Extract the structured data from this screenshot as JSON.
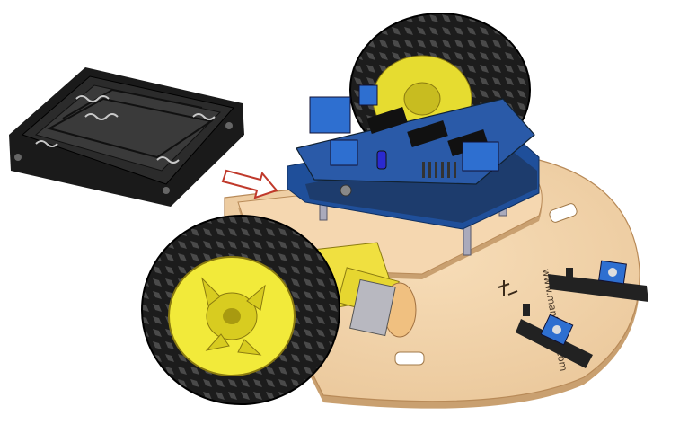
{
  "figure": {
    "components": [
      {
        "name": "battery-holder",
        "kind": "4xAA battery holder"
      },
      {
        "name": "motor-driver-shield",
        "kind": "motor driver shield on microcontroller board"
      },
      {
        "name": "chassis-plate",
        "kind": "wooden round chassis"
      },
      {
        "name": "wheel",
        "kind": "rubber tyre with yellow rim"
      },
      {
        "name": "gear-motor",
        "kind": "yellow gear motor"
      },
      {
        "name": "line-sensor",
        "kind": "IR line tracking sensor module"
      }
    ],
    "arrow": {
      "direction": "right",
      "color": "#c0392b"
    },
    "plate_engraving": "www.mantech....com",
    "colors": {
      "wood": "#f3d2a6",
      "wood_edge": "#c9a070",
      "shield": "#2a5aa8",
      "tyre": "#1a1a1a",
      "rim": "#f2ea3a",
      "motor": "#f0e040",
      "holder": "#2b2b2b",
      "sensor_blue": "#2e6fd0"
    }
  }
}
